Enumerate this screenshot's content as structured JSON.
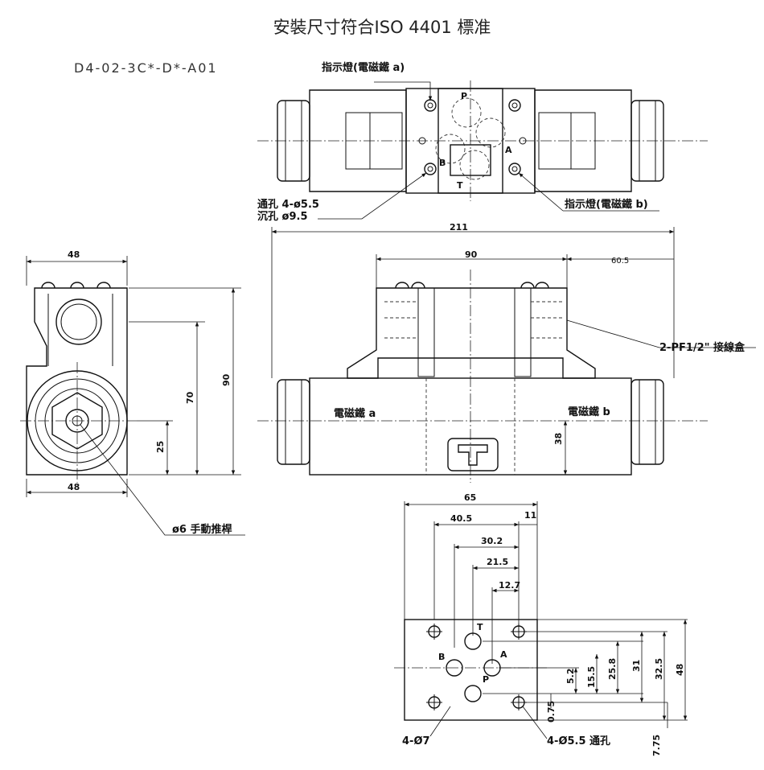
{
  "title": "安裝尺寸符合ISO 4401 標准",
  "model": "D4-02-3C*-D*-A01",
  "labels": {
    "indicator_a": "指示燈(電磁鐵 a)",
    "indicator_b": "指示燈(電磁鐵 b)",
    "thru_hole": "通孔 4-ø5.5",
    "counterbore": "沉孔  ø9.5",
    "solenoid_a": "電磁鐵 a",
    "solenoid_b": "電磁鐵 b",
    "junction_box": "2-PF1/2\" 接線盒",
    "manual_push": "ø6 手動推桿",
    "holes_7": "4-Ø7",
    "holes_55": "4-Ø5.5 通孔",
    "port_p": "P",
    "port_a": "A",
    "port_b": "B",
    "port_t": "T"
  },
  "dims": {
    "d211": "211",
    "d90_top": "90",
    "d60_5": "60.5",
    "d48_top": "48",
    "d48_bottom": "48",
    "d70": "70",
    "d90_side": "90",
    "d25": "25",
    "d38": "38",
    "d65": "65",
    "d40_5": "40.5",
    "d11": "11",
    "d30_2": "30.2",
    "d21_5": "21.5",
    "d12_7": "12.7",
    "d5_2": "5.2",
    "d15_5": "15.5",
    "d25_8": "25.8",
    "d31": "31",
    "d32_5": "32.5",
    "d48_plate": "48",
    "d0_75": "0.75",
    "d7_75": "7.75"
  }
}
